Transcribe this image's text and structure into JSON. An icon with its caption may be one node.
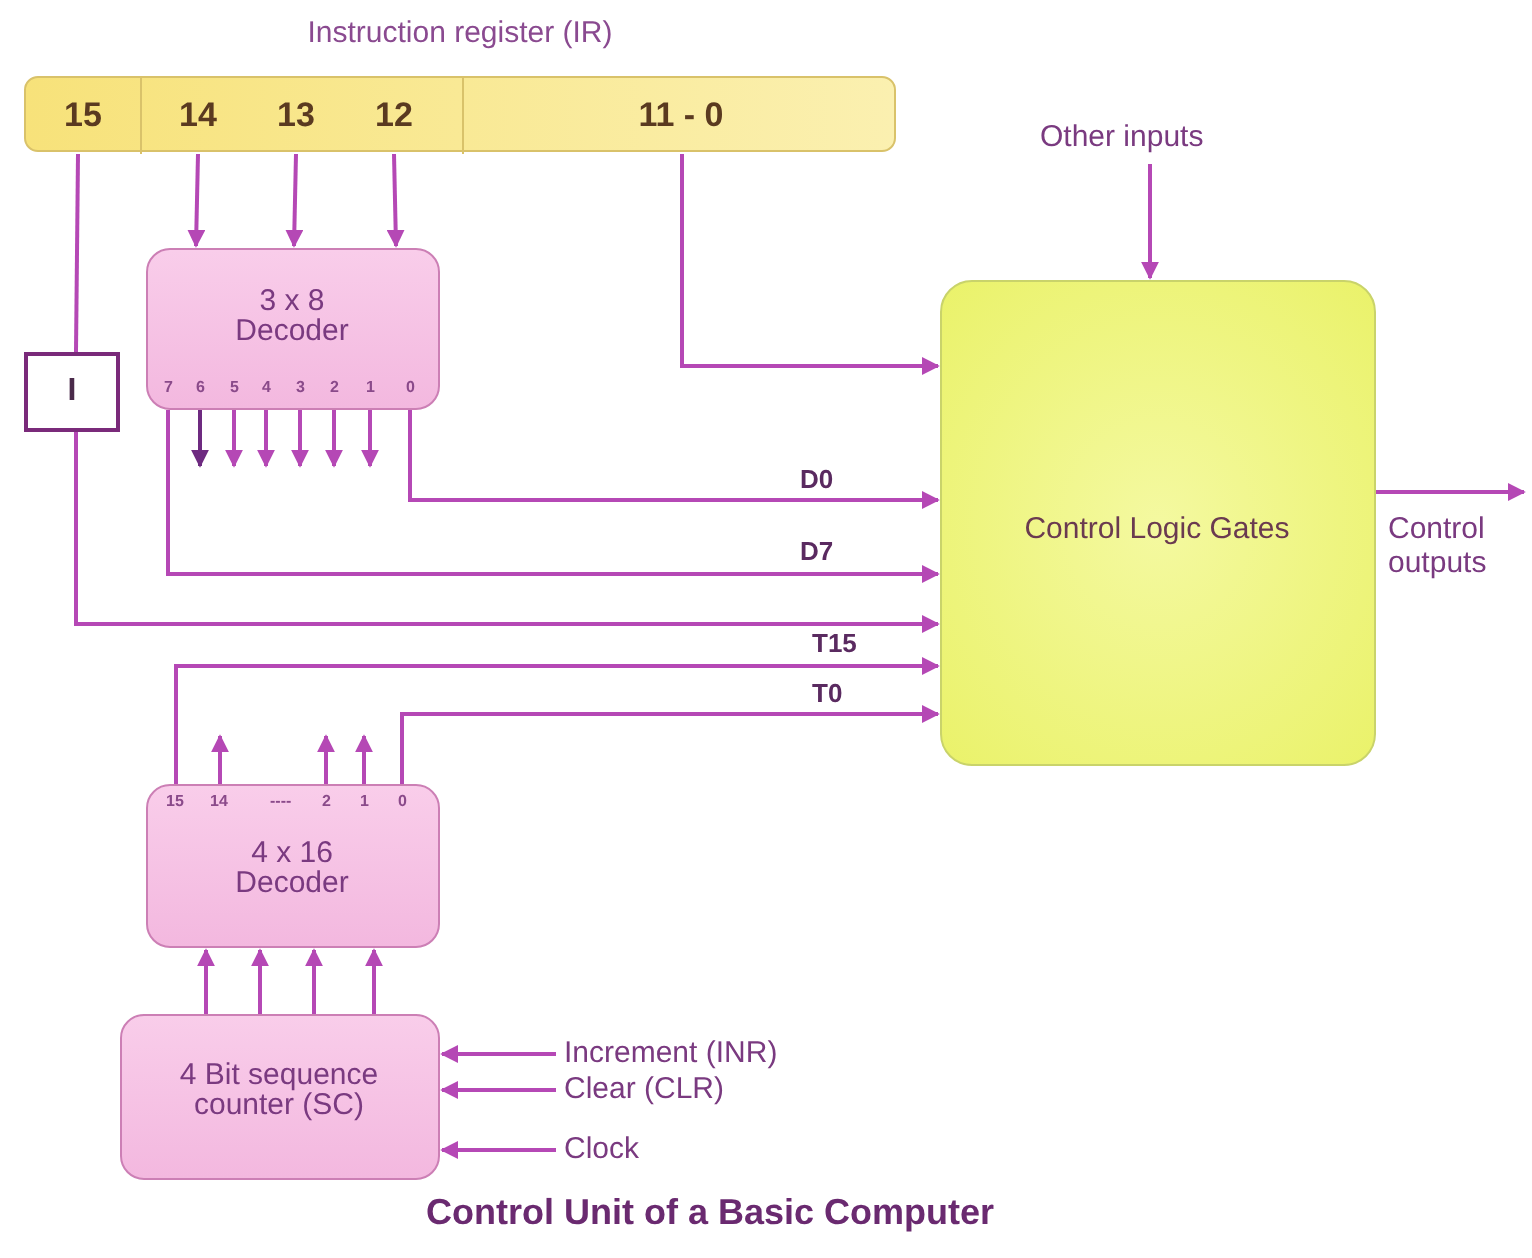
{
  "diagram": {
    "caption": "Control Unit of a Basic Computer",
    "nodes": [
      {
        "text": [
          "Instruction register (IR)"
        ]
      },
      {
        "text": [
          "15"
        ],
        "in": 0
      },
      {
        "text": [
          "14"
        ],
        "in": 0
      },
      {
        "text": [
          "13"
        ],
        "in": 0
      },
      {
        "text": [
          "12"
        ],
        "in": 0
      },
      {
        "text": [
          "11 - 0"
        ],
        "in": 0
      },
      {
        "text": [
          "I"
        ]
      },
      {
        "text": [
          "3 x 8 Decoder",
          "7",
          "6",
          "5",
          "4",
          "3",
          "2",
          "1",
          "0"
        ]
      },
      {
        "text": [
          "Control Logic Gates"
        ]
      },
      {
        "text": [
          "Other inputs"
        ]
      },
      {
        "text": [
          "Control outputs"
        ]
      },
      {
        "text": [
          "4 x 16 Decoder",
          "15",
          "14",
          "----",
          "2",
          "1",
          "0"
        ]
      },
      {
        "text": [
          "4 Bit sequence counter (SC)"
        ]
      },
      {
        "text": [
          "Increment (INR)"
        ]
      },
      {
        "text": [
          "Clear (CLR)"
        ]
      },
      {
        "text": [
          "Clock"
        ]
      }
    ],
    "edges": [
      {
        "from": 1,
        "to": 6,
        "arrow": "none"
      },
      {
        "from": 6,
        "to": 8,
        "arrow": "to"
      },
      {
        "from": 2,
        "to": 7,
        "arrow": "to"
      },
      {
        "from": 3,
        "to": 7,
        "arrow": "to"
      },
      {
        "from": 4,
        "to": 7,
        "arrow": "to"
      },
      {
        "from": 5,
        "to": 8,
        "arrow": "to"
      },
      {
        "from": 7,
        "to": 8,
        "arrow": "to",
        "label": "D0"
      },
      {
        "from": 7,
        "to": 8,
        "arrow": "to",
        "label": "D7"
      },
      {
        "from": 7,
        "to": null,
        "arrow": "to",
        "color": "#6e2a80"
      },
      {
        "from": 7,
        "to": null,
        "arrow": "to"
      },
      {
        "from": 7,
        "to": null,
        "arrow": "to"
      },
      {
        "from": 7,
        "to": null,
        "arrow": "to"
      },
      {
        "from": 7,
        "to": null,
        "arrow": "to"
      },
      {
        "from": 7,
        "to": null,
        "arrow": "to"
      },
      {
        "from": 9,
        "to": 8,
        "arrow": "to"
      },
      {
        "from": 8,
        "to": 10,
        "arrow": "to"
      },
      {
        "from": 11,
        "to": 8,
        "arrow": "to",
        "label": "T15"
      },
      {
        "from": 11,
        "to": 8,
        "arrow": "to",
        "label": "T0"
      },
      {
        "from": 11,
        "to": null,
        "arrow": "to"
      },
      {
        "from": 11,
        "to": null,
        "arrow": "to"
      },
      {
        "from": 11,
        "to": null,
        "arrow": "to"
      },
      {
        "from": 12,
        "to": 11,
        "arrow": "to"
      },
      {
        "from": 12,
        "to": 11,
        "arrow": "to"
      },
      {
        "from": 12,
        "to": 11,
        "arrow": "to"
      },
      {
        "from": 12,
        "to": 11,
        "arrow": "to"
      },
      {
        "from": 13,
        "to": 12,
        "arrow": "to"
      },
      {
        "from": 14,
        "to": 12,
        "arrow": "to"
      },
      {
        "from": 15,
        "to": 12,
        "arrow": "to"
      }
    ]
  }
}
